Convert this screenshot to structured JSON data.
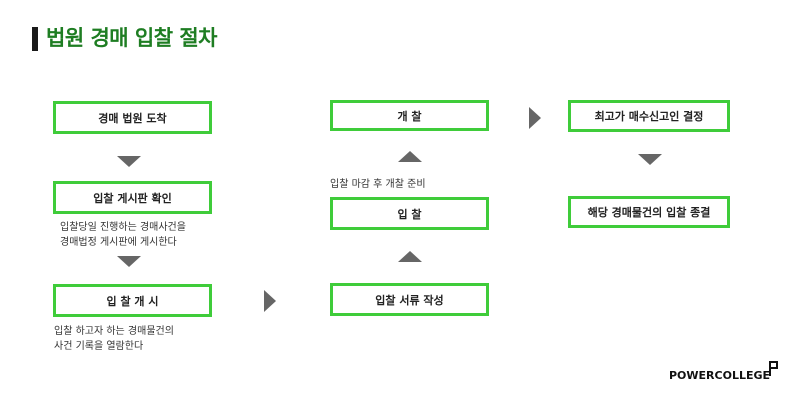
{
  "title": "법원 경매 입찰 절차",
  "steps": {
    "arrive": "경매 법원 도착",
    "board": "입찰 게시판 확인",
    "start": "입 찰 개 시",
    "write": "입찰 서류 작성",
    "bid": "입 찰",
    "open": "개 찰",
    "decide": "최고가 매수신고인 결정",
    "end": "해당 경매물건의 입찰 종결"
  },
  "notes": {
    "board_line1": "입찰당일 진행하는 경매사건을",
    "board_line2": "경매법정 게시판에 게시한다",
    "start_line1": "입찰 하고자 하는 경매물건의",
    "start_line2": "사건 기록을 열람한다",
    "bid_above": "입찰 마감 후 개찰 준비"
  },
  "logo": "POWERCOLLEGE",
  "colors": {
    "title": "#1e7d22",
    "box_border": "#3fcc3a",
    "arrow": "#666666"
  }
}
